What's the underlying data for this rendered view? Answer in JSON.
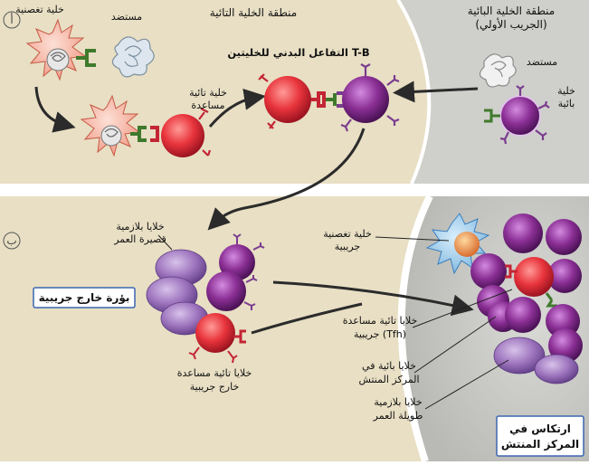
{
  "colors": {
    "panel_beige": "#e8dfc4",
    "panel_gray": "#cfcfcb",
    "t_cell_red": "#e8343c",
    "b_cell_purple": "#8b2f95",
    "plasma_purple": "#a37bc0",
    "dendritic_pink": "#f2b6a6",
    "receptor_green": "#3f7a2c",
    "receptor_purple": "#7a3c8f",
    "receptor_red": "#c42535",
    "arrow": "#2b2b2b",
    "highlight_box_blue": "#3b66b0"
  },
  "panel_a": {
    "letter": "أ",
    "header_t_zone": "منطقة الخلية التائية",
    "header_b_zone_line1": "منطقة الخلية البائية",
    "header_b_zone_line2": "(الجريب الأولي)",
    "dendritic_cell_label": "خلية تغصنية",
    "antigen_label_1": "مستضد",
    "antigen_label_2": "مستضد",
    "helper_t_label_line1": "خلية تائية",
    "helper_t_label_line2": "مساعدة",
    "tb_interaction_label": "التفاعل البدني للخليتين T-B",
    "b_cell_label_line1": "خلية",
    "b_cell_label_line2": "بائية"
  },
  "panel_b": {
    "letter": "ب",
    "short_lived_plasma_line1": "خلايا بلازمية",
    "short_lived_plasma_line2": "قصيرة العمر",
    "extrafollicular_focus": "بؤرة خارج جريبية",
    "extrafollicular_helper_line1": "خلايا تائية مساعدة",
    "extrafollicular_helper_line2": "خارج جريبية",
    "follicular_dendritic_line1": "خلية تغصنية",
    "follicular_dendritic_line2": "جريبية",
    "tfh_line1": "خلايا تائية مساعدة",
    "tfh_line2": "جريبية (Tfh)",
    "gc_b_cells_line1": "خلايا بائية في",
    "gc_b_cells_line2": "المركز المنتش",
    "long_lived_plasma_line1": "خلايا بلازمية",
    "long_lived_plasma_line2": "طويلة العمر",
    "gc_reaction_line1": "ارتكاس في",
    "gc_reaction_line2": "المركز المنتش"
  }
}
